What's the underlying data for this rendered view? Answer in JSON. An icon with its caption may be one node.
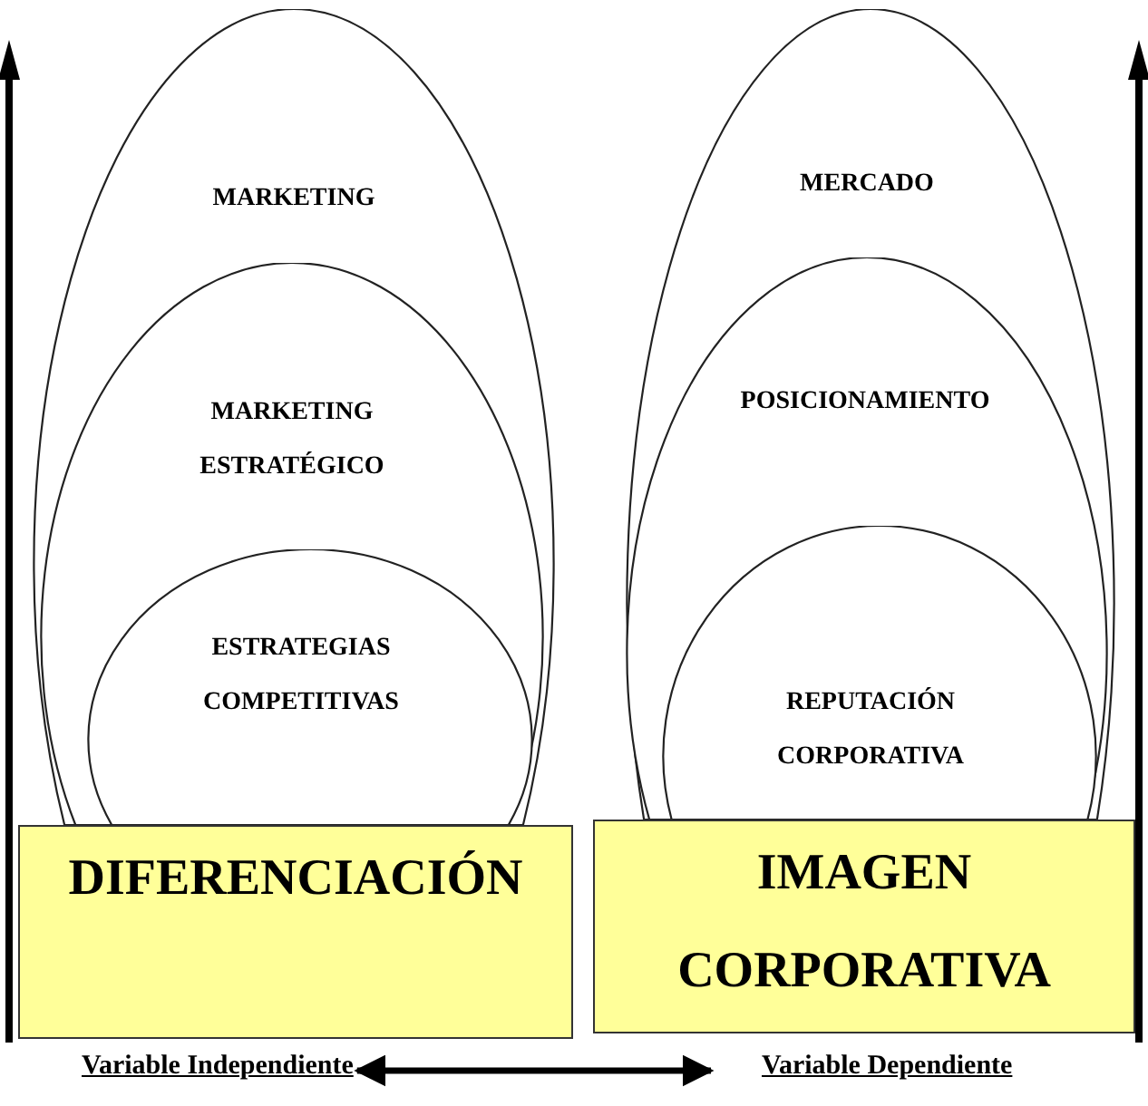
{
  "diagram": {
    "nodes": [
      {
        "text": [
          "MARKETING"
        ]
      },
      {
        "text": [
          "MARKETING ESTRATÉGICO"
        ],
        "in": 0
      },
      {
        "text": [
          "ESTRATEGIAS COMPETITIVAS"
        ],
        "in": 1
      },
      {
        "text": [
          "DIFERENCIACIÓN"
        ]
      },
      {
        "text": [
          "MERCADO"
        ]
      },
      {
        "text": [
          "POSICIONAMIENTO"
        ],
        "in": 4
      },
      {
        "text": [
          "REPUTACIÓN CORPORATIVA"
        ],
        "in": 5
      },
      {
        "text": [
          "IMAGEN CORPORATIVA"
        ]
      },
      {
        "text": [
          "Variable Independiente"
        ]
      },
      {
        "text": [
          "Variable Dependiente"
        ]
      }
    ],
    "edges": [
      {
        "from": 8,
        "to": 9,
        "arrow": "both"
      }
    ]
  }
}
